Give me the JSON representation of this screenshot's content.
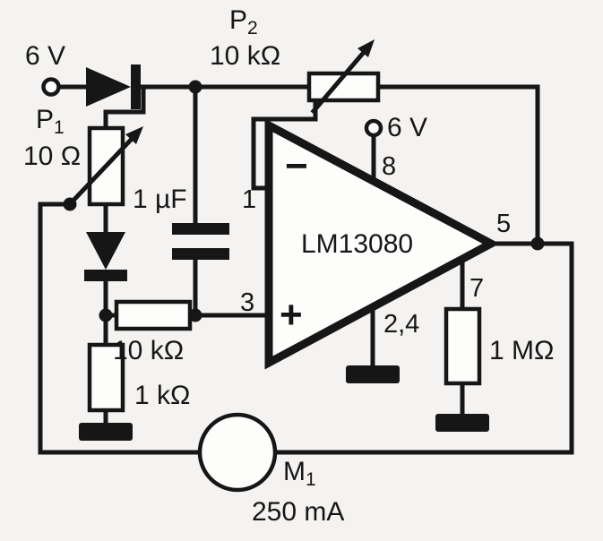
{
  "colors": {
    "ink": "#161616",
    "paper": "#f4f3f1",
    "component_fill": "#fdfdfc"
  },
  "supply": {
    "label": "6 V"
  },
  "ic": {
    "name": "LM13080",
    "minus": "−",
    "plus": "+",
    "pin1": "1",
    "pin3": "3",
    "pin5": "5",
    "pin7": "7",
    "pin8": "8",
    "pin24": "2,4",
    "supply_label": "6 V"
  },
  "p1": {
    "name": "P",
    "sub": "1",
    "value": "10 Ω"
  },
  "p2": {
    "name": "P",
    "sub": "2",
    "value": "10 kΩ"
  },
  "capacitor": {
    "value": "1 µF"
  },
  "resistor_input": {
    "value": "10 kΩ"
  },
  "resistor_1k": {
    "value": "1 kΩ"
  },
  "resistor_1m": {
    "value": "1 MΩ"
  },
  "meter": {
    "name": "M",
    "sub": "1",
    "value": "250 mA"
  }
}
